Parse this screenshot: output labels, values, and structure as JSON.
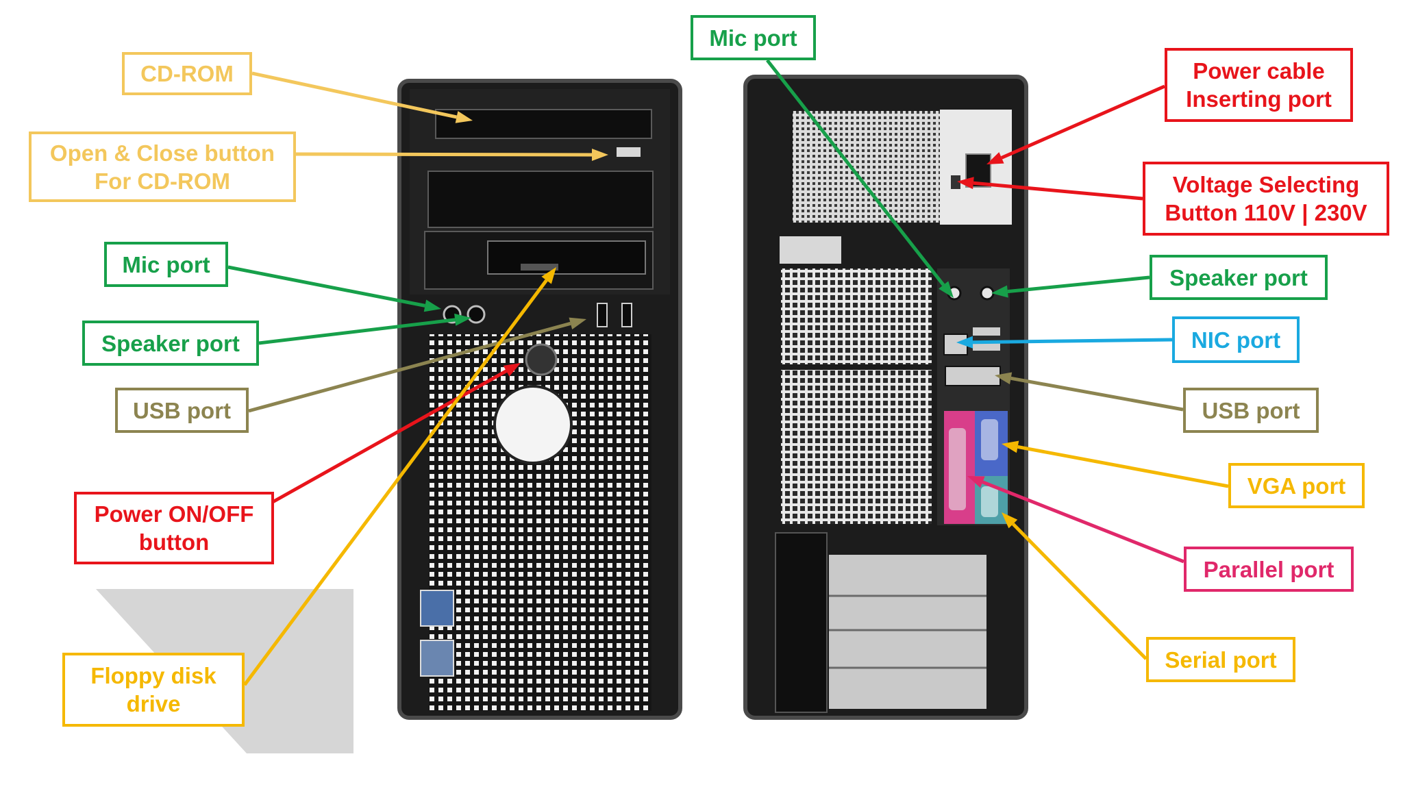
{
  "colors": {
    "light_yellow": "#f3c75c",
    "yellow": "#f5b800",
    "green": "#17a04a",
    "olive": "#8c8450",
    "red": "#e8141b",
    "blue": "#1aa9e0",
    "magenta": "#e0286a",
    "case_black": "#1c1c1c",
    "case_border": "#4a4a4a"
  },
  "diagram": {
    "labels": {
      "front_cdrom": {
        "lines": [
          "CD-ROM"
        ],
        "color": "light_yellow"
      },
      "front_open_close": {
        "lines": [
          "Open & Close button",
          "For CD-ROM"
        ],
        "color": "light_yellow"
      },
      "front_mic": {
        "lines": [
          "Mic port"
        ],
        "color": "green"
      },
      "front_speaker": {
        "lines": [
          "Speaker port"
        ],
        "color": "green"
      },
      "front_usb": {
        "lines": [
          "USB port"
        ],
        "color": "olive"
      },
      "front_power": {
        "lines": [
          "Power ON/OFF",
          "button"
        ],
        "color": "red"
      },
      "front_floppy": {
        "lines": [
          "Floppy disk",
          "drive"
        ],
        "color": "yellow"
      },
      "back_mic": {
        "lines": [
          "Mic port"
        ],
        "color": "green"
      },
      "back_power_cable": {
        "lines": [
          "Power cable",
          "Inserting port"
        ],
        "color": "red"
      },
      "back_voltage": {
        "lines": [
          "Voltage Selecting",
          "Button 110V | 230V"
        ],
        "color": "red"
      },
      "back_speaker": {
        "lines": [
          "Speaker port"
        ],
        "color": "green"
      },
      "back_nic": {
        "lines": [
          "NIC port"
        ],
        "color": "blue"
      },
      "back_usb": {
        "lines": [
          "USB port"
        ],
        "color": "olive"
      },
      "back_vga": {
        "lines": [
          "VGA port"
        ],
        "color": "yellow"
      },
      "back_parallel": {
        "lines": [
          "Parallel port"
        ],
        "color": "magenta"
      },
      "back_serial": {
        "lines": [
          "Serial port"
        ],
        "color": "yellow"
      }
    }
  }
}
